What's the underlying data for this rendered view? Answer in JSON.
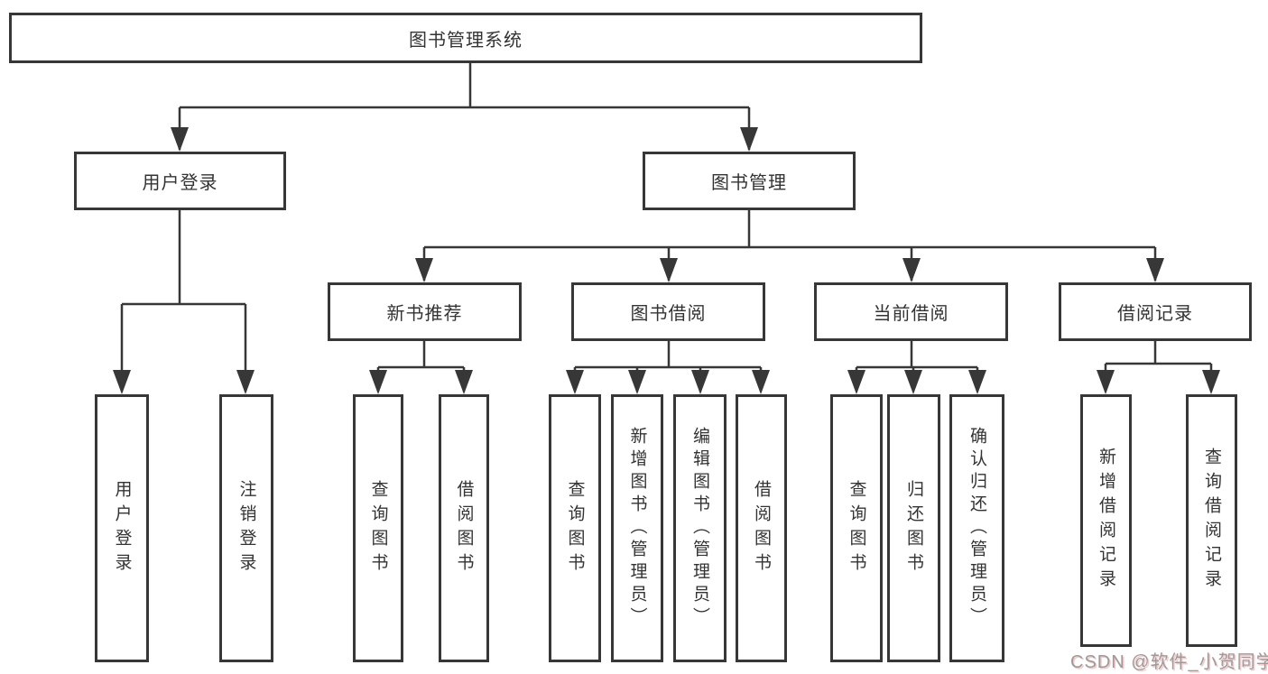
{
  "title": "图书管理系统",
  "level1": {
    "user_login": "用户登录",
    "book_mgmt": "图书管理"
  },
  "level2": {
    "new_book": "新书推荐",
    "book_borrow": "图书借阅",
    "current_borrow": "当前借阅",
    "borrow_records": "借阅记录"
  },
  "leaves": {
    "user_login": "用户登录",
    "logout": "注销登录",
    "nb_query": "查询图书",
    "nb_borrow": "借阅图书",
    "bb_query": "查询图书",
    "bb_add": "新增图书（管理员）",
    "bb_edit": "编辑图书（管理员）",
    "bb_borrow": "借阅图书",
    "cb_query": "查询图书",
    "cb_return": "归还图书",
    "cb_confirm": "确认归还（管理员）",
    "br_add": "新增借阅记录",
    "br_query": "查询借阅记录"
  },
  "watermark": "CSDN @软件_小贺同学",
  "colors": {
    "line": "#373737",
    "text": "#333333",
    "watermark": "#9b9b9b",
    "background": "#ffffff"
  }
}
